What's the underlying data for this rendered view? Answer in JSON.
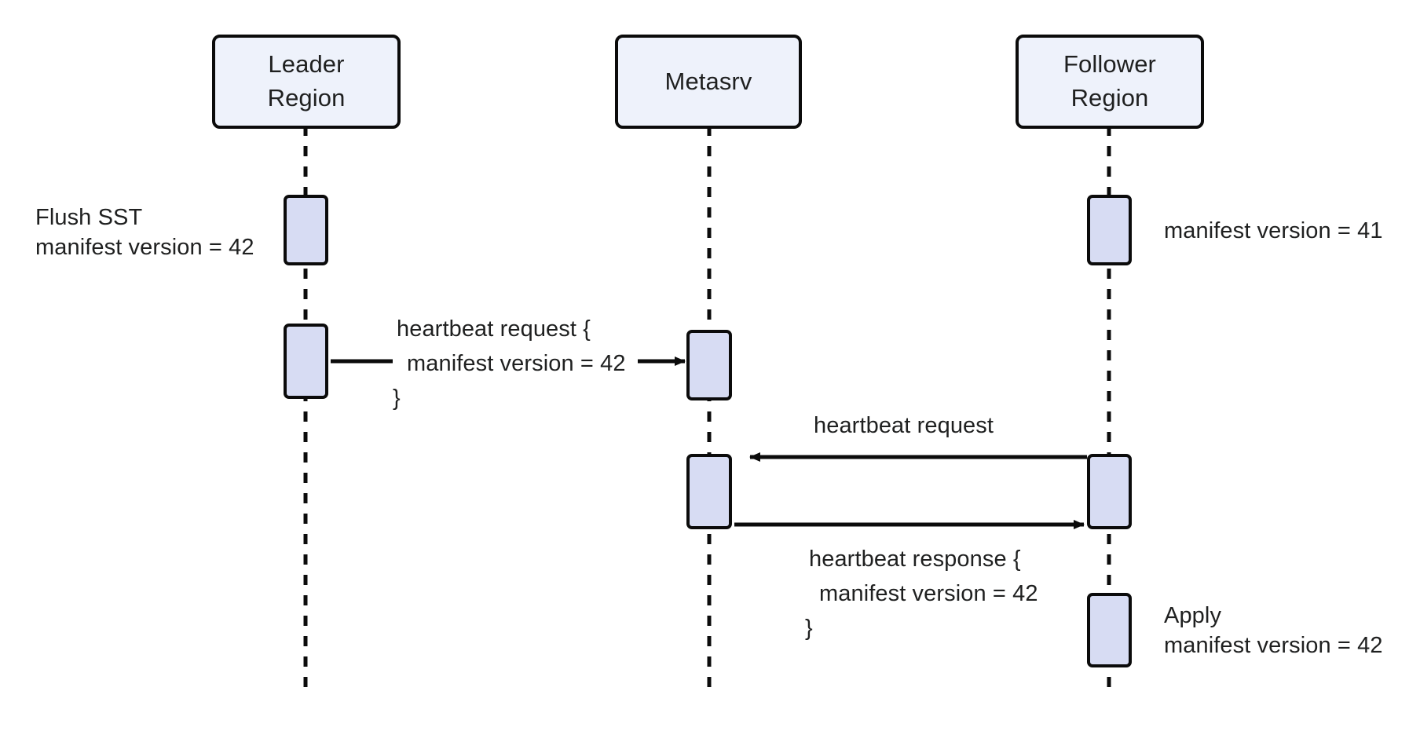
{
  "diagram": {
    "type": "sequence-diagram",
    "background_color": "#ffffff",
    "participant_fill": "#eef2fb",
    "activation_fill": "#d7dcf3",
    "line_color": "#0b0b0b",
    "text_color": "#1f2020"
  },
  "participants": [
    {
      "id": "leader",
      "label": "Leader\nRegion"
    },
    {
      "id": "metasrv",
      "label": "Metasrv"
    },
    {
      "id": "follower",
      "label": "Follower\nRegion"
    }
  ],
  "notes": [
    {
      "id": "flush-note",
      "text": "Flush SST\nmanifest version = 42"
    },
    {
      "id": "follower-version-note",
      "text": "manifest version = 41"
    },
    {
      "id": "apply-note",
      "text": "Apply\nmanifest version = 42"
    }
  ],
  "messages": [
    {
      "id": "heartbeat-request-leader",
      "from": "leader",
      "to": "metasrv",
      "direction": "right",
      "line1": "heartbeat request {",
      "line2": "manifest version = 42",
      "line3": "}"
    },
    {
      "id": "heartbeat-request-follower",
      "from": "follower",
      "to": "metasrv",
      "direction": "left",
      "line1": "heartbeat request"
    },
    {
      "id": "heartbeat-response-metasrv",
      "from": "metasrv",
      "to": "follower",
      "direction": "right",
      "line1": "heartbeat response {",
      "line2": "manifest version = 42",
      "line3": "}"
    }
  ]
}
